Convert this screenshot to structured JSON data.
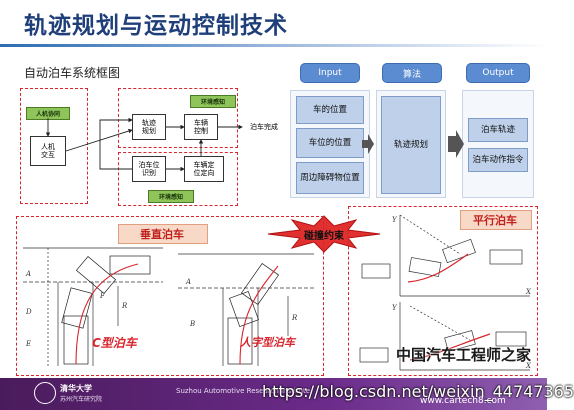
{
  "header": {
    "title": "轨迹规划与运动控制技术"
  },
  "diagram": {
    "subtitle": "自动泊车系统框图",
    "flow": {
      "tags": {
        "human": "人机协同",
        "env": "环境感知",
        "env2": "环境感知"
      },
      "hmi": "人机\n交互",
      "planning": "轨迹\n规划",
      "control": "车辆\n控制",
      "localization": "泊车位\n识别",
      "pose": "车辆定\n位定向",
      "done": "泊车完成"
    },
    "pipeline": {
      "input_label": "Input",
      "algo_label": "算法",
      "output_label": "Output",
      "inputs": [
        "车的位置",
        "车位的位置",
        "周边障碍物位置"
      ],
      "algo": "轨迹规划",
      "outputs": [
        "泊车轨迹",
        "泊车动作指令"
      ]
    },
    "perpendicular": {
      "label": "垂直泊车",
      "c_type": "C型泊车",
      "ren_type": "人字型泊车"
    },
    "collision": "碰撞约束",
    "parallel": {
      "label": "平行泊车"
    }
  },
  "footer": {
    "logo_text": "清华大学",
    "logo_sub": "苏州汽车研究院",
    "institute": "Suzhou Automotive Research Institute",
    "url": "https://blog.csdn.net/weixin_44747365",
    "brand": "中国汽车工程师之家",
    "brand_sub": "www.cartech8.com"
  },
  "colors": {
    "title": "#1f3f7a",
    "pill": "#5b8bd0",
    "cell": "#bed0ea",
    "dash": "#d8262e",
    "accent": "#e03030",
    "footer": "#5a2470"
  }
}
